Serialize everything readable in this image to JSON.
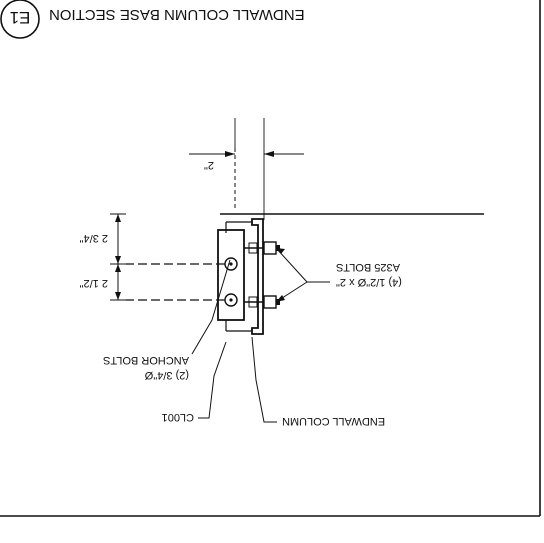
{
  "title": "ENDWALL COLUMN BASE SECTION",
  "detail_tag": "E1",
  "labels": {
    "endwall_column": "ENDWALL COLUMN",
    "clip": "CL001",
    "anchor_bolts_qty": "(2) 3/4\"Ø",
    "anchor_bolts": "ANCHOR BOLTS",
    "a325_qty": "(4) 1/2\"Ø x 2\"",
    "a325_bolts": "A325 BOLTS"
  },
  "dimensions": {
    "top": "2\"",
    "left_upper": "2 3/4\"",
    "left_lower": "2 1/2\""
  },
  "colors": {
    "ink": "#111111",
    "paper": "#ffffff"
  }
}
